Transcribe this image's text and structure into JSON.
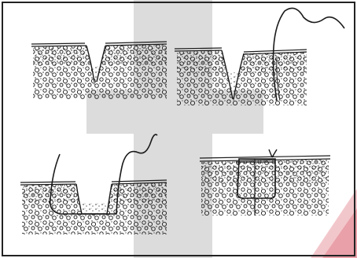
{
  "figure": {
    "panels": [
      {
        "id": "incision",
        "shows_suture": false
      },
      {
        "id": "needle-entry",
        "shows_suture": true
      },
      {
        "id": "suture-pass",
        "shows_suture": true
      },
      {
        "id": "knot-tied",
        "shows_suture": true
      }
    ],
    "watermark": {
      "color": "#d9d9d9",
      "accent": "#e9a0a8"
    },
    "colors": {
      "ink": "#1a1a1a",
      "border": "#222222",
      "background": "#ffffff"
    }
  }
}
